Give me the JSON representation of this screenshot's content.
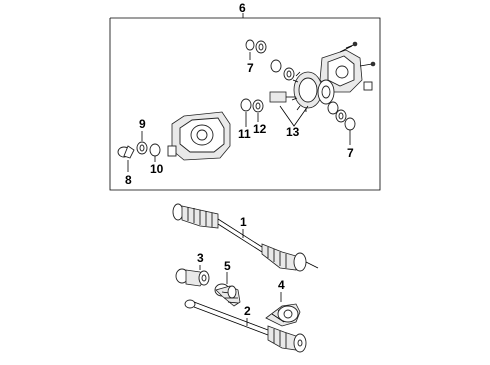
{
  "callouts": {
    "c1": "1",
    "c2": "2",
    "c3": "3",
    "c4": "4",
    "c5": "5",
    "c6": "6",
    "c7a": "7",
    "c7b": "7",
    "c8": "8",
    "c9": "9",
    "c10": "10",
    "c11": "11",
    "c12": "12",
    "c13": "13"
  }
}
